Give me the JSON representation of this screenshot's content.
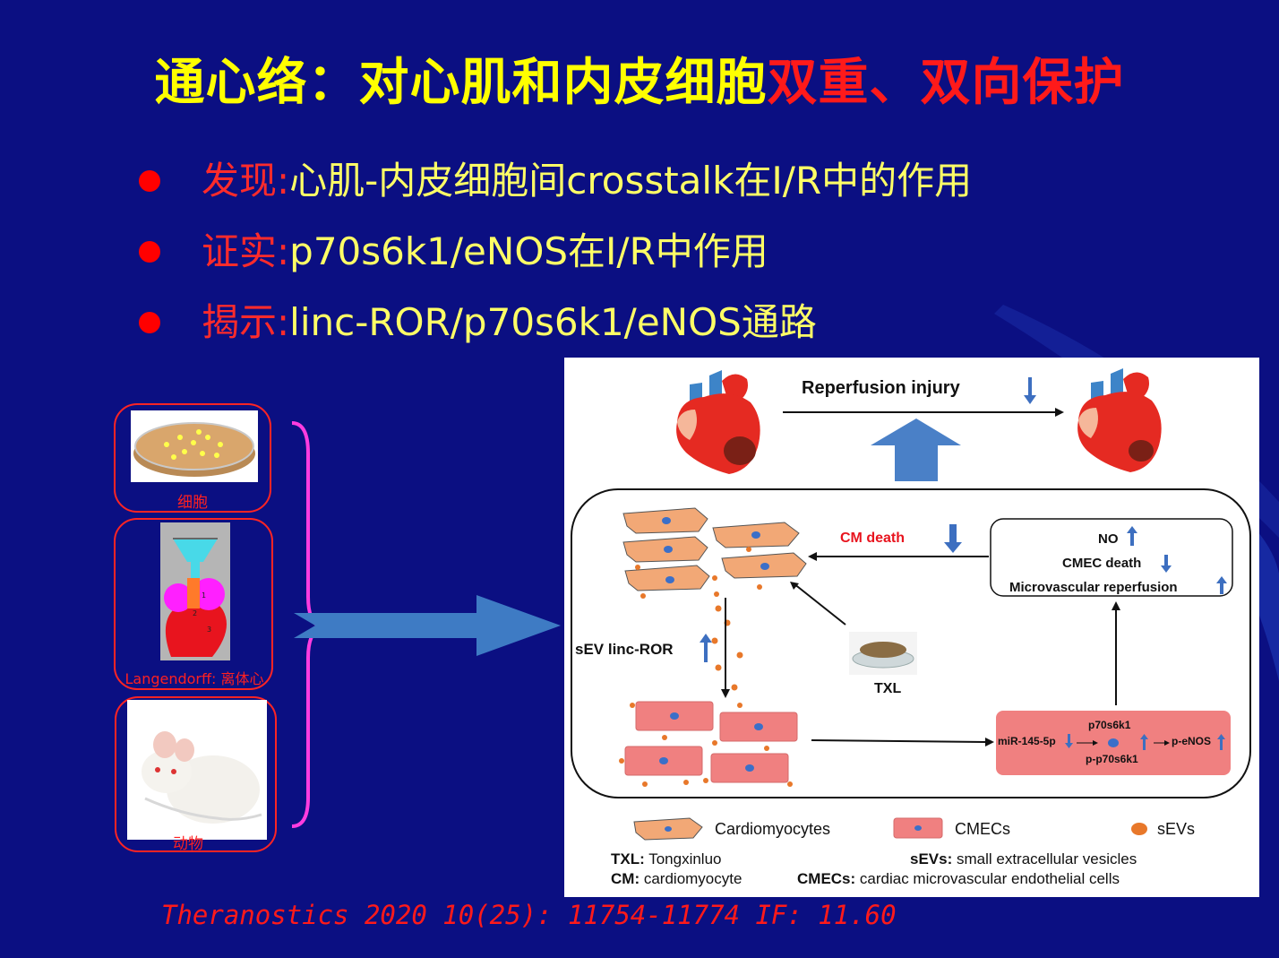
{
  "title": {
    "part1": "通心络：对心肌和内皮细胞",
    "part2": "双重、双向保护"
  },
  "bullets": [
    {
      "label": "发现:",
      "text": "心肌-内皮细胞间crosstalk在I/R中的作用"
    },
    {
      "label": "证实:",
      "text": "p70s6k1/eNOS在I/R中作用"
    },
    {
      "label": "揭示:",
      "text": "linc-ROR/p70s6k1/eNOS通路"
    }
  ],
  "models": [
    {
      "label": "细胞"
    },
    {
      "label": "Langendorff: 离体心"
    },
    {
      "label": "动物"
    }
  ],
  "langendorff_marks": [
    "1",
    "2",
    "3"
  ],
  "figure": {
    "reperfusion": "Reperfusion injury",
    "cm_death": "CM death",
    "no": "NO",
    "cmec_death": "CMEC death",
    "micro": "Microvascular reperfusion",
    "sev": "sEV linc-ROR",
    "txl": "TXL",
    "p70": "p70s6k1",
    "mir": "miR-145-5p",
    "peNOS": "p-eNOS",
    "pp70": "p-p70s6k1",
    "legend_cardio": "Cardiomyocytes",
    "legend_cmecs": "CMECs",
    "legend_sevs": "sEVs",
    "abbr_txl_k": "TXL:",
    "abbr_txl_v": "Tongxinluo",
    "abbr_sevs_k": "sEVs:",
    "abbr_sevs_v": "small extracellular vesicles",
    "abbr_cm_k": "CM:",
    "abbr_cm_v": "cardiomyocyte",
    "abbr_cmecs_k": "CMECs:",
    "abbr_cmecs_v": "cardiac microvascular endothelial cells"
  },
  "citation": "Theranostics  2020 10(25): 11754-11774 IF: 11.60",
  "colors": {
    "background": "#0b0f82",
    "title_yellow": "#ffff00",
    "title_red": "#ff1a1a",
    "bullet_text": "#ffff66",
    "bullet_label": "#ff2b2b",
    "model_border": "#ff2424",
    "brace": "#ff3ce0",
    "arrow": "#3e7bc4",
    "cardiomyocyte": "#f2a876",
    "cmec": "#f08080",
    "sev_dot": "#e8782a",
    "nucleus": "#3b6fc8"
  }
}
